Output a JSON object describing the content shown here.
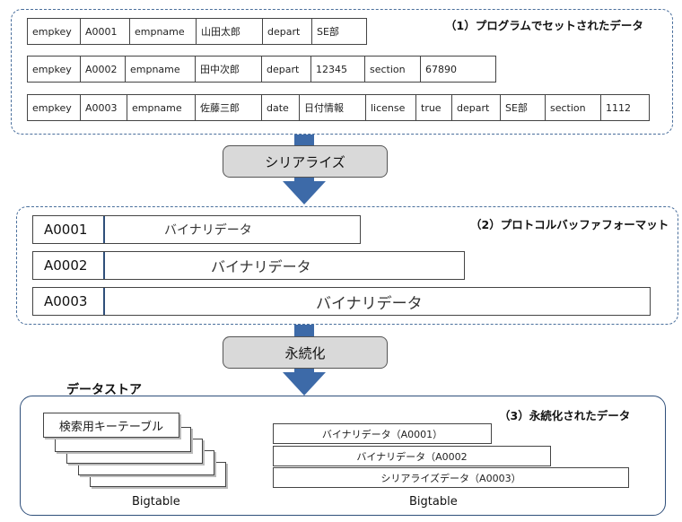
{
  "section1": {
    "title": "（1）プログラムでセットされたデータ",
    "rows": [
      [
        "empkey",
        "A0001",
        "empname",
        "山田太郎",
        "depart",
        "SE部"
      ],
      [
        "empkey",
        "A0002",
        "empname",
        "田中次郎",
        "depart",
        "12345",
        "section",
        "67890"
      ],
      [
        "empkey",
        "A0003",
        "empname",
        "佐藤三郎",
        "date",
        "日付情報",
        "license",
        "true",
        "depart",
        "SE部",
        "section",
        "1112"
      ]
    ]
  },
  "serialize_label": "シリアライズ",
  "section2": {
    "title": "（2）プロトコルバッファフォーマット",
    "rows": [
      {
        "key": "A0001",
        "value": "バイナリデータ"
      },
      {
        "key": "A0002",
        "value": "バイナリデータ"
      },
      {
        "key": "A0003",
        "value": "バイナリデータ"
      }
    ]
  },
  "persist_label": "永続化",
  "datastore_label": "データストア",
  "section3": {
    "title": "（3）永続化されたデータ",
    "index_table_label": "検索用キーテーブル",
    "left_bigtable_label": "Bigtable",
    "right_bigtable_label": "Bigtable",
    "stored_rows": [
      "バイナリデータ（A0001）",
      "バイナリデータ（A0002",
      "シリアライズデータ（A0003）"
    ]
  },
  "colors": {
    "arrow": "#3d6aa8",
    "panel_border": "#2f4f7a",
    "process_fill": "#d9d9d9"
  }
}
